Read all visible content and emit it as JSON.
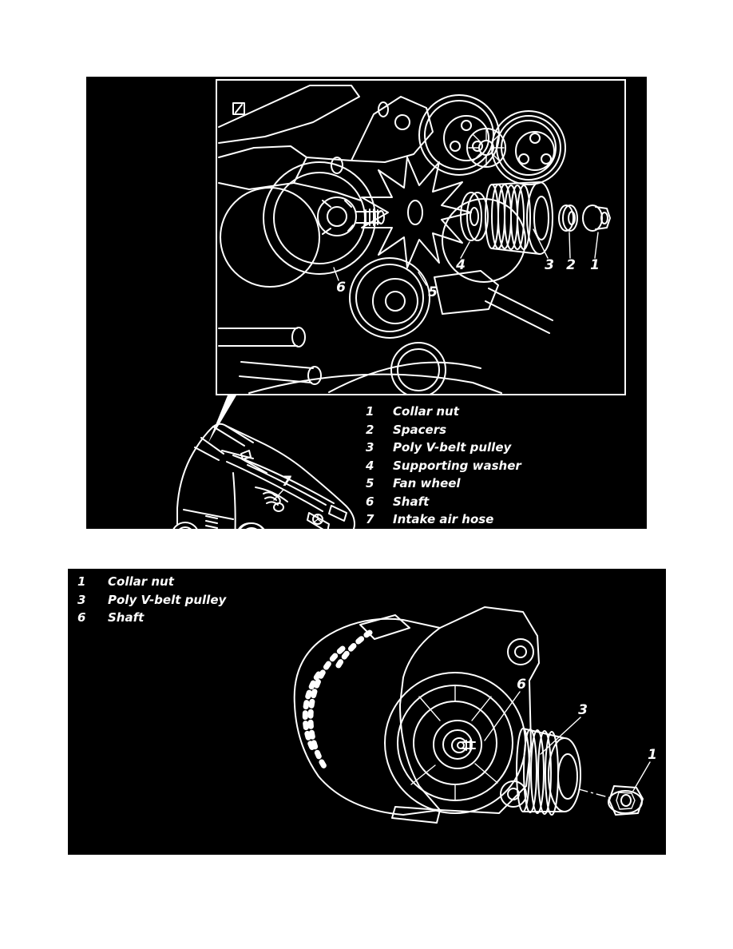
{
  "page": {
    "background": "#ffffff",
    "panel_background": "#000000",
    "art_color": "#ffffff"
  },
  "figure_top": {
    "description_names": {
      "inset": "engine-exploded-view",
      "locator": "car-front-three-quarter-view"
    },
    "callouts": [
      "1",
      "2",
      "3",
      "4",
      "5",
      "6",
      "7"
    ],
    "legend": [
      {
        "num": "1",
        "label": "Collar nut"
      },
      {
        "num": "2",
        "label": "Spacers"
      },
      {
        "num": "3",
        "label": "Poly V-belt pulley"
      },
      {
        "num": "4",
        "label": "Supporting washer"
      },
      {
        "num": "5",
        "label": "Fan wheel"
      },
      {
        "num": "6",
        "label": "Shaft"
      },
      {
        "num": "7",
        "label": "Intake air hose"
      }
    ]
  },
  "figure_bottom": {
    "description_names": {
      "art": "alternator-with-exploded-pulley-and-nut"
    },
    "callouts": [
      "6",
      "3",
      "1"
    ],
    "legend": [
      {
        "num": "1",
        "label": "Collar nut"
      },
      {
        "num": "3",
        "label": "Poly V-belt pulley"
      },
      {
        "num": "6",
        "label": "Shaft"
      }
    ]
  }
}
